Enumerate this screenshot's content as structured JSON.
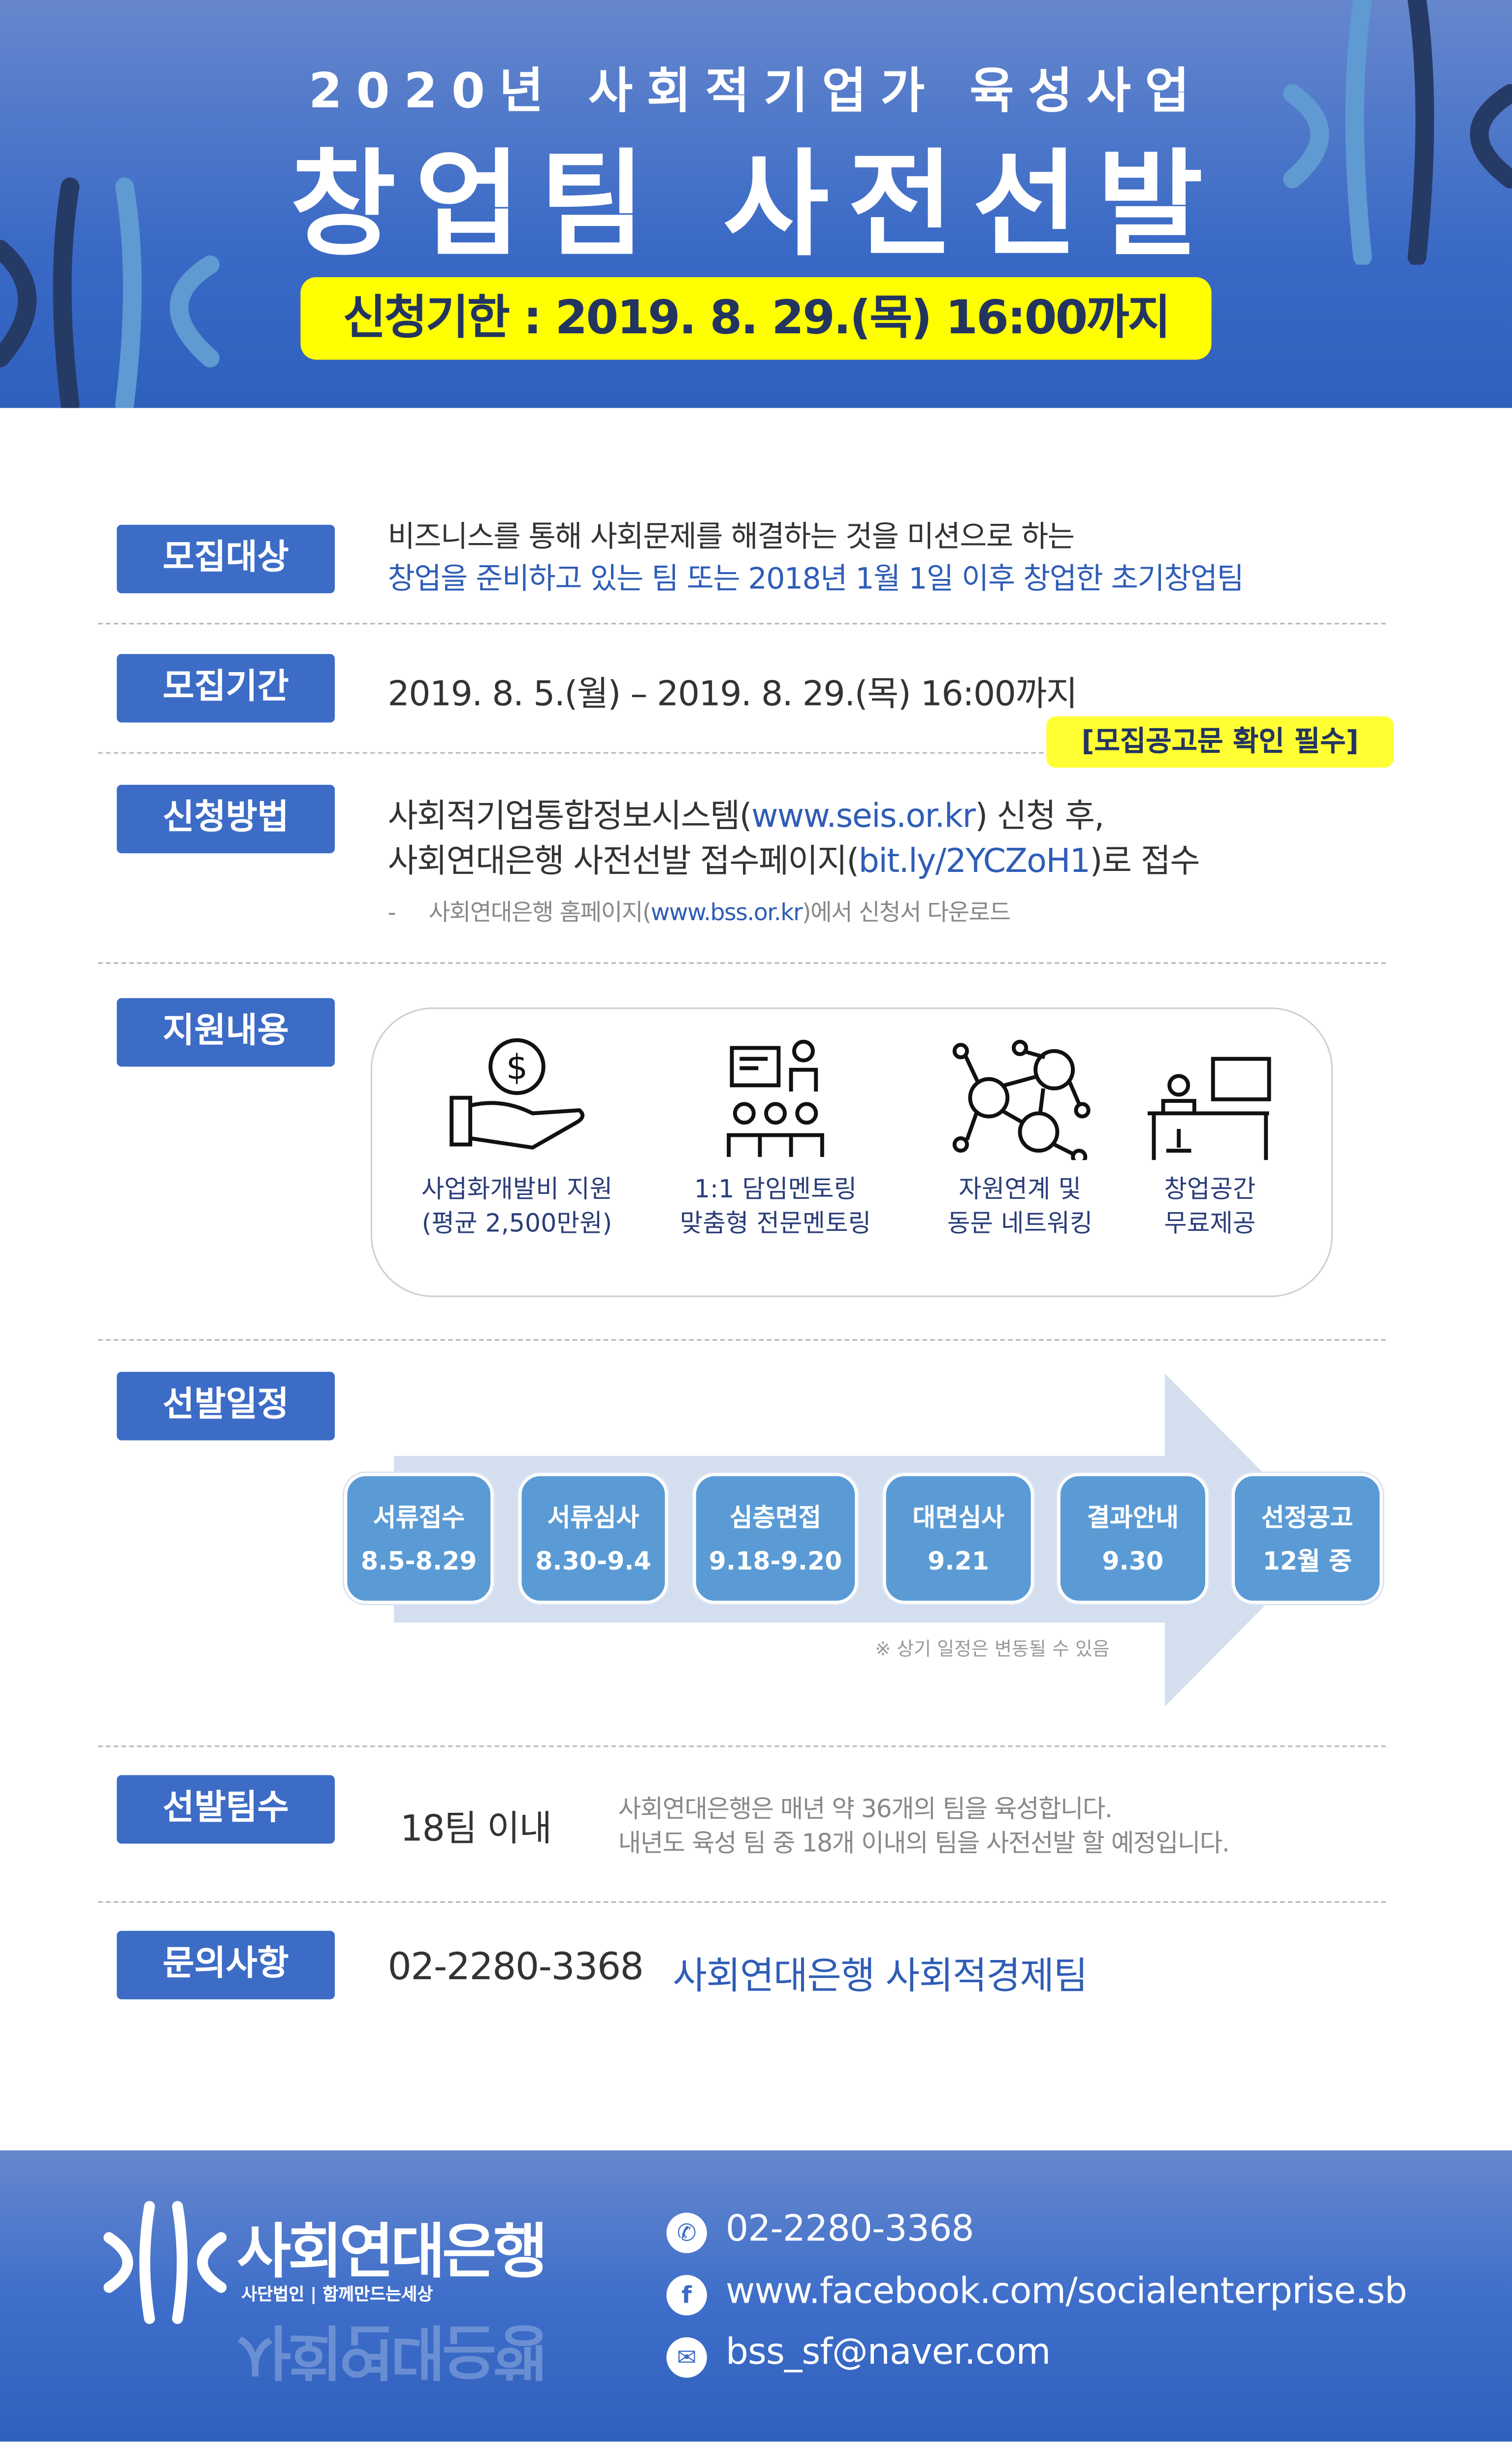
{
  "header": {
    "subtitle": "2020년 사회적기업가 육성사업",
    "title": "창업팀 사전선발",
    "deadline": "신청기한 : 2019. 8. 29.(목) 16:00까지"
  },
  "sections": {
    "target": {
      "label": "모집대상",
      "line1": "비즈니스를 통해 사회문제를 해결하는 것을 미션으로 하는",
      "line2": "창업을 준비하고 있는 팀 또는 2018년 1월 1일 이후 창업한 초기창업팀"
    },
    "period": {
      "label": "모집기간",
      "text": "2019. 8. 5.(월) – 2019. 8. 29.(목) 16:00까지",
      "tag": "[모집공고문 확인 필수]"
    },
    "method": {
      "label": "신청방법",
      "line1_pre": "사회적기업통합정보시스템(",
      "line1_link": "www.seis.or.kr",
      "line1_post": ") 신청 후,",
      "line2_pre": "사회연대은행 사전선발 접수페이지(",
      "line2_link": "bit.ly/2YCZoH1",
      "line2_post": ")로 접수",
      "note_dash": "-",
      "note_pre": "사회연대은행 홈페이지(",
      "note_link": "www.bss.or.kr",
      "note_post": ")에서 신청서 다운로드"
    },
    "support": {
      "label": "지원내용",
      "items": [
        {
          "icon": "money-hand-icon",
          "line1": "사업화개발비 지원",
          "line2": "(평균 2,500만원)"
        },
        {
          "icon": "mentoring-icon",
          "line1": "1:1 담임멘토링",
          "line2": "맞춤형 전문멘토링"
        },
        {
          "icon": "network-icon",
          "line1": "자원연계 및",
          "line2": "동문 네트워킹"
        },
        {
          "icon": "workspace-icon",
          "line1": "창업공간",
          "line2": "무료제공"
        }
      ]
    },
    "schedule": {
      "label": "선발일정",
      "steps": [
        {
          "name": "서류접수",
          "date": "8.5-8.29"
        },
        {
          "name": "서류심사",
          "date": "8.30-9.4"
        },
        {
          "name": "심층면접",
          "date": "9.18-9.20"
        },
        {
          "name": "대면심사",
          "date": "9.21"
        },
        {
          "name": "결과안내",
          "date": "9.30"
        },
        {
          "name": "선정공고",
          "date": "12월 중"
        }
      ],
      "note": "※ 상기 일정은 변동될 수 있음"
    },
    "teams": {
      "label": "선발팀수",
      "value": "18팀 이내",
      "desc1": "사회연대은행은 매년 약 36개의 팀을 육성합니다.",
      "desc2": "내년도 육성 팀 중 18개 이내의 팀을 사전선발 할 예정입니다."
    },
    "contact": {
      "label": "문의사항",
      "phone": "02-2280-3368",
      "team": "사회연대은행 사회적경제팀"
    }
  },
  "footer": {
    "logo_name": "사회연대은행",
    "logo_sub": "사단법인 | 함께만드는세상",
    "phone": "02-2280-3368",
    "facebook": "www.facebook.com/socialenterprise.sb",
    "email": "bss_sf@naver.com"
  },
  "colors": {
    "primary": "#3c6cc6",
    "highlight": "#ffff00",
    "step": "#5b9bd5",
    "arrow": "#d3deef",
    "link": "#2f5db6"
  }
}
